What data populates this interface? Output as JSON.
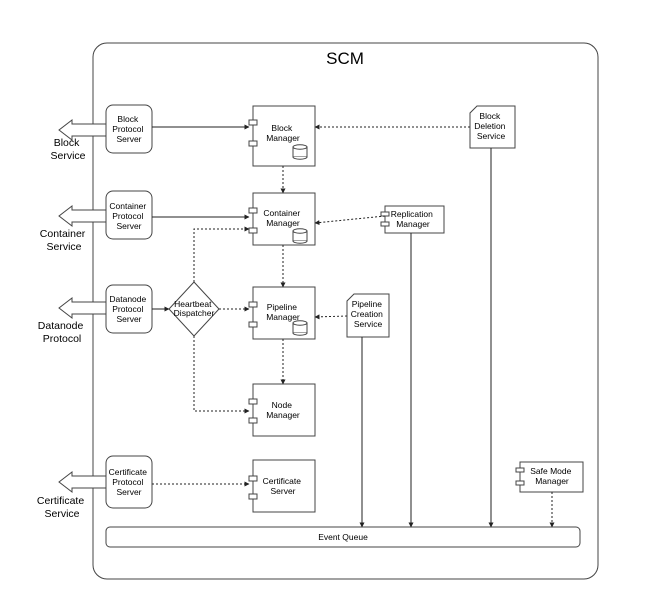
{
  "title": "SCM",
  "external": {
    "block_service": [
      "Block",
      "Service"
    ],
    "container_service": [
      "Container",
      "Service"
    ],
    "datanode_protocol": [
      "Datanode",
      "Protocol"
    ],
    "certificate_service": [
      "Certificate",
      "Service"
    ]
  },
  "servers": {
    "block": [
      "Block",
      "Protocol",
      "Server"
    ],
    "container": [
      "Container",
      "Protocol",
      "Server"
    ],
    "datanode": [
      "Datanode",
      "Protocol",
      "Server"
    ],
    "certificate": [
      "Certificate",
      "Protocol",
      "Server"
    ]
  },
  "managers": {
    "block": [
      "Block",
      "Manager"
    ],
    "container": [
      "Container",
      "Manager"
    ],
    "pipeline": [
      "Pipeline",
      "Manager"
    ],
    "node": [
      "Node",
      "Manager"
    ],
    "certificate": [
      "Certificate",
      "Server"
    ]
  },
  "services": {
    "block_deletion": [
      "Block",
      "Deletion",
      "Service"
    ],
    "replication": [
      "Replication",
      "Manager"
    ],
    "pipeline_creation": [
      "Pipeline",
      "Creation",
      "Service"
    ],
    "safe_mode": [
      "Safe Mode",
      "Manager"
    ]
  },
  "heartbeat": [
    "Heartbeat",
    "Dispatcher"
  ],
  "event_queue": "Event Queue",
  "colors": {
    "stroke": "#444444",
    "line": "#222222",
    "background": "#ffffff"
  }
}
